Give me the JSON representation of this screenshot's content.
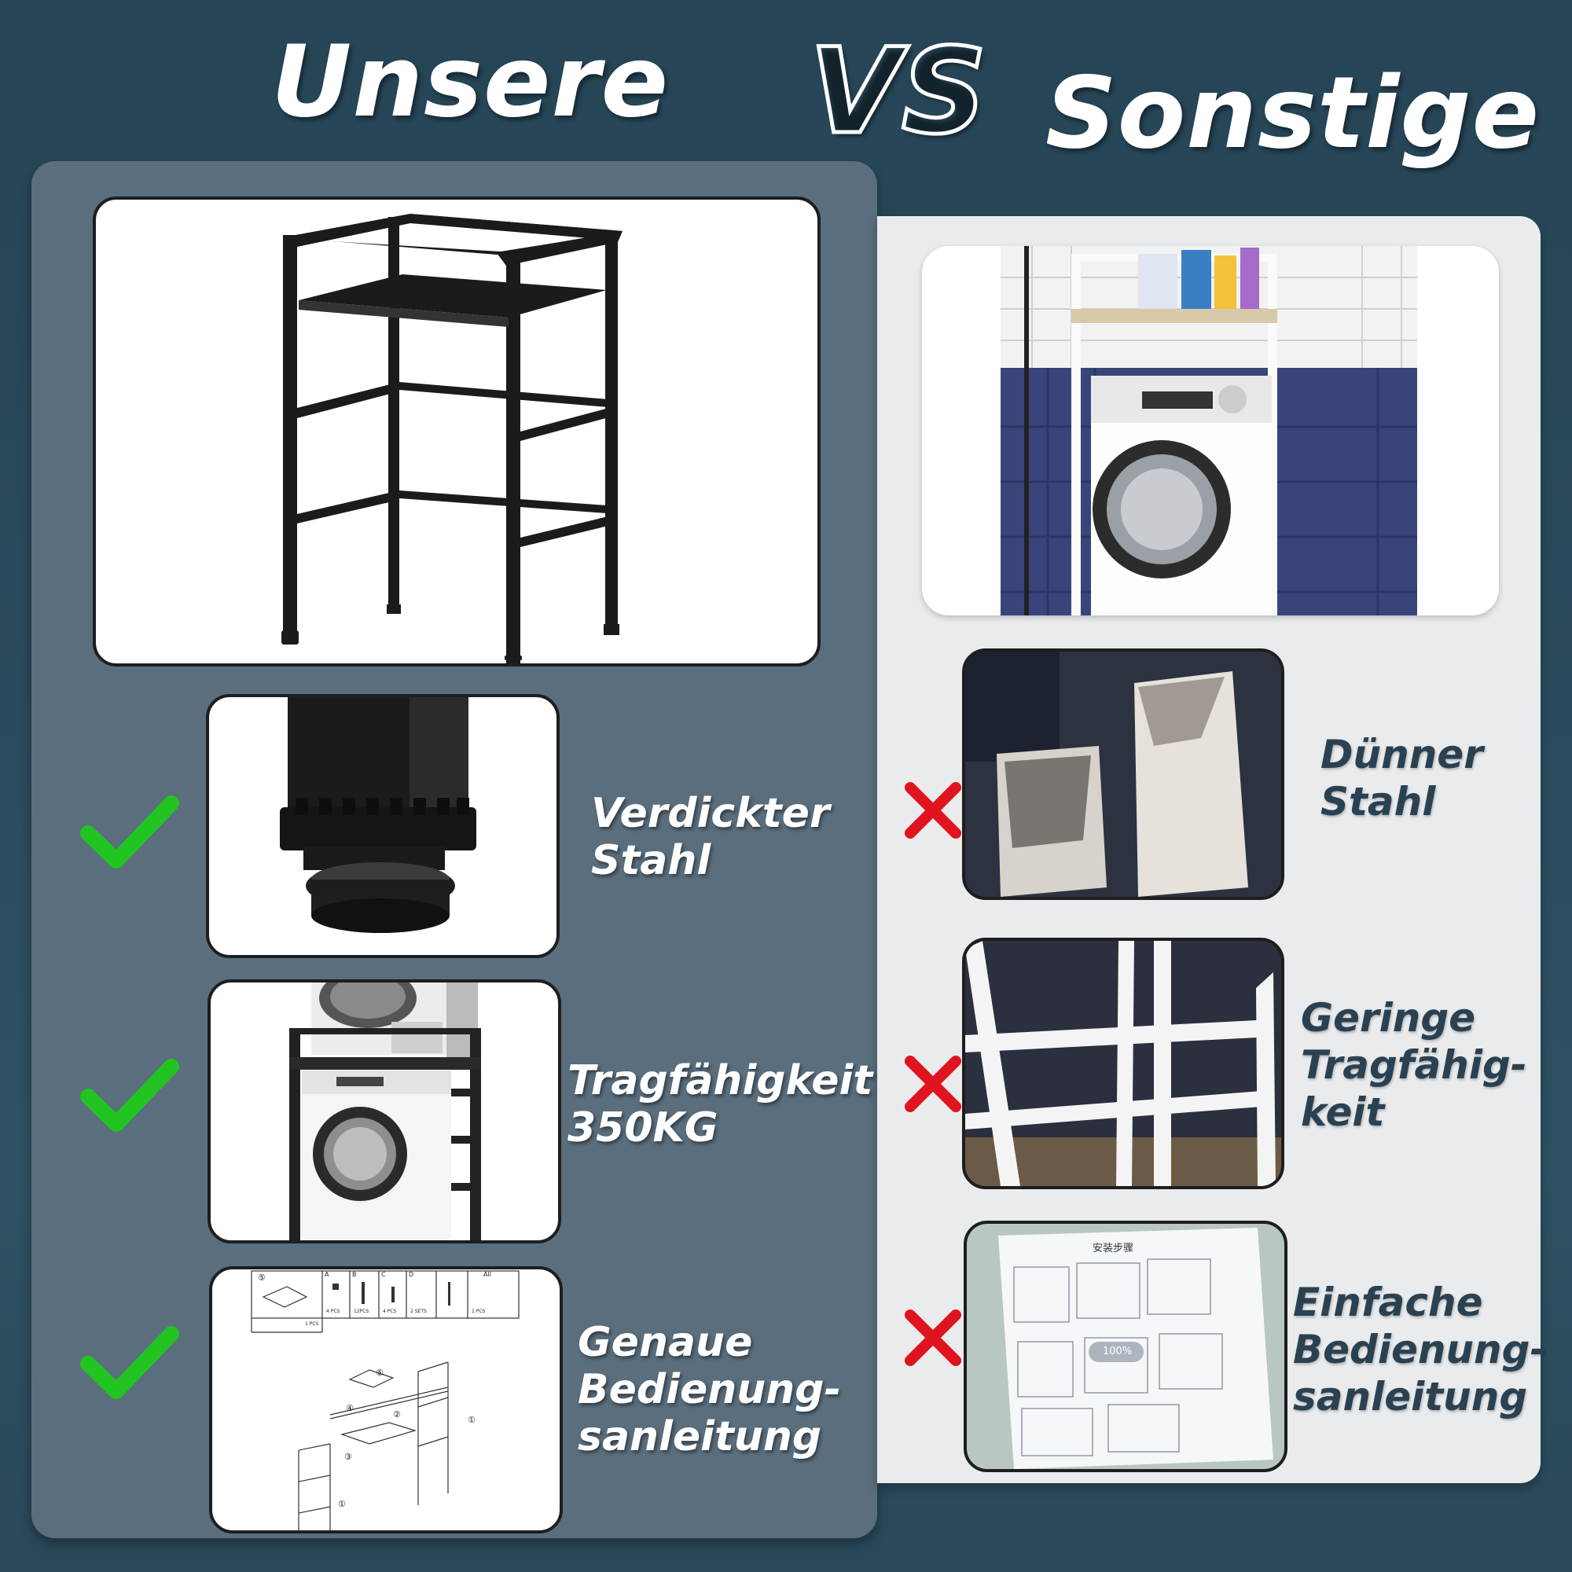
{
  "header": {
    "left": "Unsere",
    "vs": "VS",
    "right": "Sonstige"
  },
  "ours": {
    "features": [
      {
        "label_line1": "Verdickter",
        "label_line2": "Stahl",
        "label_line3": ""
      },
      {
        "label_line1": "Tragfähigkeit",
        "label_line2": "350KG",
        "label_line3": ""
      },
      {
        "label_line1": "Genaue",
        "label_line2": "Bedienung-",
        "label_line3": "sanleitung"
      }
    ],
    "status_icon": "check-icon",
    "accent": "#22c422"
  },
  "others": {
    "features": [
      {
        "label_line1": "Dünner",
        "label_line2": "Stahl",
        "label_line3": ""
      },
      {
        "label_line1": "Geringe",
        "label_line2": "Tragfähig-",
        "label_line3": "keit"
      },
      {
        "label_line1": "Einfache",
        "label_line2": "Bedienung-",
        "label_line3": "sanleitung"
      }
    ],
    "status_icon": "cross-icon",
    "accent": "#e0141e"
  },
  "manual_sheet": {
    "top_labels": [
      "⑤",
      "A",
      "B",
      "C",
      "D",
      "All"
    ],
    "counts": [
      "1 PCS",
      "4 PCS",
      "12PCS",
      "4 PCS",
      "2 SETS",
      "1 PCS"
    ],
    "part_numbers": [
      "⑤",
      "④",
      "②",
      "③",
      "①",
      "①"
    ]
  },
  "others_manual": {
    "title": "安装步骤",
    "zoom": "100%"
  }
}
